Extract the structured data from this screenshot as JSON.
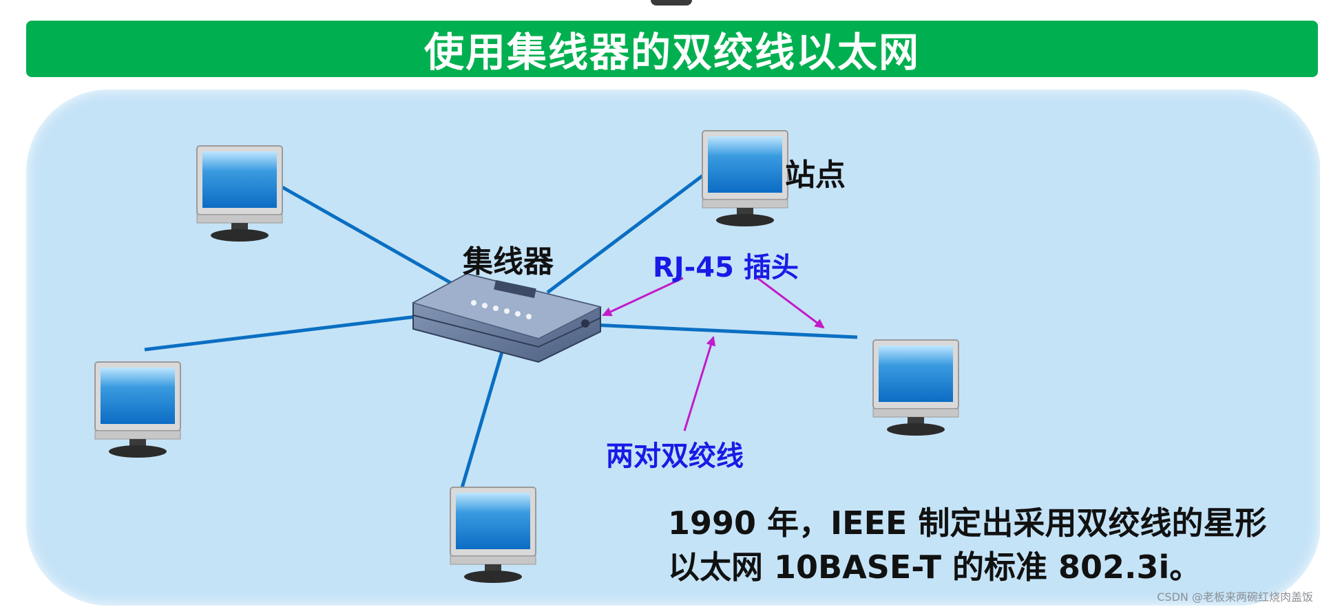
{
  "title": "使用集线器的双绞线以太网",
  "labels": {
    "hub": "集线器",
    "station": "站点",
    "rj45": "RJ-45 插头",
    "twisted_pair": "两对双绞线"
  },
  "note_lines": [
    "1990 年，IEEE 制定出采用双绞线的星形",
    "以太网 10BASE-T 的标准 802.3i。"
  ],
  "watermark": "CSDN @老板来两碗红烧肉盖饭",
  "colors": {
    "title_bg": "#00b050",
    "panel_bg": "#c5e3f7",
    "cable": "#0a6fc2",
    "arrow": "#c21bc9",
    "label_blue": "#1a1ae6"
  }
}
